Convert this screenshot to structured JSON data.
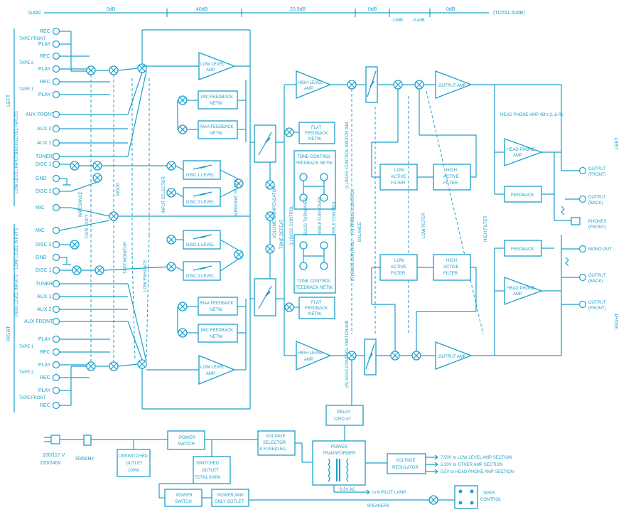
{
  "gain": {
    "label": "GAIN",
    "stages": [
      "0dB",
      "40dB",
      "20.5dB",
      "0dB",
      "-13dB",
      "-0.4dB",
      "0dB",
      "(TOTAL 60dB)"
    ]
  },
  "channels": {
    "left": "LEFT",
    "right": "RIGHT"
  },
  "left_inputs": [
    {
      "label": "REC"
    },
    {
      "label": "TAPE FRONT"
    },
    {
      "label": "PLAY"
    },
    {
      "label": "REC"
    },
    {
      "label": "TAPE 2"
    },
    {
      "label": "PLAY"
    },
    {
      "label": "REC"
    },
    {
      "label": "TAPE 1"
    },
    {
      "label": "PLAY"
    },
    {
      "label": "AUX FRONT"
    },
    {
      "label": "AUX 2"
    },
    {
      "label": "AUX 1"
    },
    {
      "label": "TUNER"
    },
    {
      "label": "DISC 1"
    },
    {
      "label": "GND"
    },
    {
      "label": "DISC 2"
    },
    {
      "label": "MIC"
    }
  ],
  "right_inputs": [
    {
      "label": "MIC"
    },
    {
      "label": "DISC 2"
    },
    {
      "label": "GND"
    },
    {
      "label": "DISC 1"
    },
    {
      "label": "TUNER"
    },
    {
      "label": "AUX 1"
    },
    {
      "label": "AUX 2"
    },
    {
      "label": "AUX FRONT"
    },
    {
      "label": "PLAY"
    },
    {
      "label": "TAPE 1"
    },
    {
      "label": "REC"
    },
    {
      "label": "PLAY"
    },
    {
      "label": "TAPE 2"
    },
    {
      "label": "REC"
    },
    {
      "label": "PLAY"
    },
    {
      "label": "TAPE FRONT"
    },
    {
      "label": "REC"
    }
  ],
  "group_labels": {
    "high_level_inputs": "HIGH LEVEL INPUTS",
    "low_level_inputs": "LOW LEVEL INPUTS",
    "impedance": "IMPEDANCE",
    "tape_copy": "TAPE COPY",
    "mode": "MODE",
    "tape_monitor": "TAPE MONITOR",
    "low_enhance": "LOW ENHANCE",
    "input_selector": "INPUT SELECTOR",
    "subsonic_filter": "SUBSONIC FILTER",
    "volume_compensator": "VOLUME COMPENSATOR",
    "tone_defeat": "TONE DEFEAT",
    "l_bass_control": "(L) BASS CONTROL",
    "l_treble_control": "(L) TREBLE CONTROL",
    "bass_turnover_l": "BASS TURNOVER",
    "treble_turnover_l": "TREBLE TURNOVER",
    "l_bass_switch": "(L) BASS CONTROL SWITCH 4dB",
    "r_bass_switch": "(R) BASS CONTROL SWITCH 4dB",
    "r_treble": "(R) TREBLE CONTROL",
    "r_bass": "(R) BASS CONTROL",
    "balance": "BALANCE",
    "low_filter": "LOW FILTER",
    "high_filter": "HIGH FILTER",
    "headphone_amp_note": "HEAD PHONE AMP 4Ω's (L & R)"
  },
  "left_blocks": {
    "low_level_amp": [
      "LOW LEVEL",
      "AMP"
    ],
    "mic_feedback": [
      "MIC FEEDBACK",
      "NETW."
    ],
    "riaa_feedback": [
      "RIAA FEEDBACK",
      "NETW."
    ],
    "disc1_level": "DISC 1 LEVEL",
    "disc2_level": "DISC 2 LEVEL",
    "high_level_amp": [
      "HIGH LEVEL",
      "AMP"
    ],
    "flat_feedback": [
      "FLAT",
      "FEEDBACK",
      "NETW."
    ],
    "tone_control_fb": [
      "TONE CONTROL",
      "FEEDBACK NETW."
    ],
    "low_active_filter": [
      "LOW",
      "ACTIVE",
      "FILTER"
    ],
    "high_active_filter": [
      "HIGH",
      "ACTIVE",
      "FILTER"
    ],
    "output_amp": "OUTPUT AMP",
    "headphone_amp": [
      "HEAD PHONE",
      "AMP"
    ],
    "feedback": "FEEDBACK"
  },
  "right_blocks": {
    "low_level_amp": [
      "LOW LEVEL",
      "AMP."
    ],
    "mic_feedback": [
      "MIC FEEDBACK",
      "NETW."
    ],
    "riaa_feedback": [
      "RIAA FEEDBACK",
      "NETW."
    ],
    "disc1_level": "DISC 1 LEVEL",
    "disc2_level": "DISC 2 LEVEL",
    "high_level_amp": [
      "HIGH LEVEL",
      "AMP."
    ],
    "flat_feedback": [
      "FLAT",
      "FEEDBACK",
      "NETW."
    ],
    "tone_control_fb": [
      "TONE CONTROL",
      "FEEDBACK NETW."
    ],
    "low_active_filter": [
      "LOW",
      "ACTIVE",
      "FILTER"
    ],
    "high_active_filter": [
      "HIGH",
      "ACTIVE",
      "FILTER"
    ],
    "output_amp": "OUTPUT AMP",
    "headphone_amp": [
      "HEAD PHONE",
      "AMP"
    ],
    "feedback": "FEEDBACK"
  },
  "outputs": [
    {
      "label": "OUTPUT",
      "sub": "(FRONT)"
    },
    {
      "label": "OUTPUT",
      "sub": "(BACK)"
    },
    {
      "label": "PHONES",
      "sub": "(FRONT)"
    },
    {
      "label": "MONO OUT",
      "sub": ""
    },
    {
      "label": "OUTPUT",
      "sub": "(BACK)"
    },
    {
      "label": "OUTPUT",
      "sub": "(FRONT)"
    }
  ],
  "power": {
    "mains": [
      "100/117 V",
      "220/240V"
    ],
    "frequency": "50/60Hz",
    "unswitched": [
      "UNSWITCHED",
      "OUTLET",
      "100W"
    ],
    "power_switch": [
      "POWER",
      "SWITCH"
    ],
    "switched": [
      "SWITCHED",
      "OUTLET",
      "TOTAL 600W"
    ],
    "power_switch_2": [
      "POWER",
      "SWITCH"
    ],
    "power_amp_outlet": [
      "POWER AMP",
      "ONLY OUTLET"
    ],
    "voltage_selector": [
      "VOLTAGE",
      "SELECTOR",
      "& FUSE(0.5A)"
    ],
    "transformer": [
      "POWER",
      "TRANSFORMER"
    ],
    "delay_circuit": [
      "DELAY",
      "CIRCUIT"
    ],
    "voltage_regulator": [
      "VOLTAGE",
      "REGULATOR"
    ],
    "rails": [
      "7.50V  to  LOW LEVEL AMP SECTION",
      "5.30V  to  OTHER AMP SECTION",
      "5.5V  to  HEAD PHONE AMP SECTION"
    ],
    "pilot": "6.3V AC",
    "pilot_to": "to 8-PILOT LAMP",
    "speakers": "SPEAKERS",
    "spkr_control": [
      "SPKR",
      "CONTROL"
    ]
  },
  "colors": {
    "ink": "#1c9fc9",
    "paper": "#ffffff"
  }
}
